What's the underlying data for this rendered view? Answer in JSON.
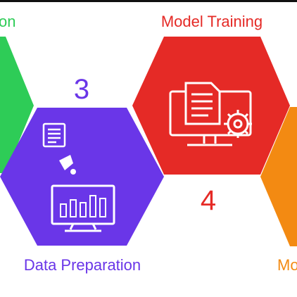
{
  "steps": [
    {
      "label": "on",
      "number": "",
      "color": "#2ecc57"
    },
    {
      "label": "Data Preparation",
      "number": "3",
      "color": "#6a36e8"
    },
    {
      "label": "Model Training",
      "number": "4",
      "color": "#e52a26"
    },
    {
      "label": "Mo",
      "number": "",
      "color": "#f38a12"
    }
  ],
  "icons": {
    "data_preparation": [
      "document-icon",
      "funnel-icon",
      "bar-chart-monitor-icon"
    ],
    "model_training": [
      "document-monitor-gear-icon"
    ]
  }
}
